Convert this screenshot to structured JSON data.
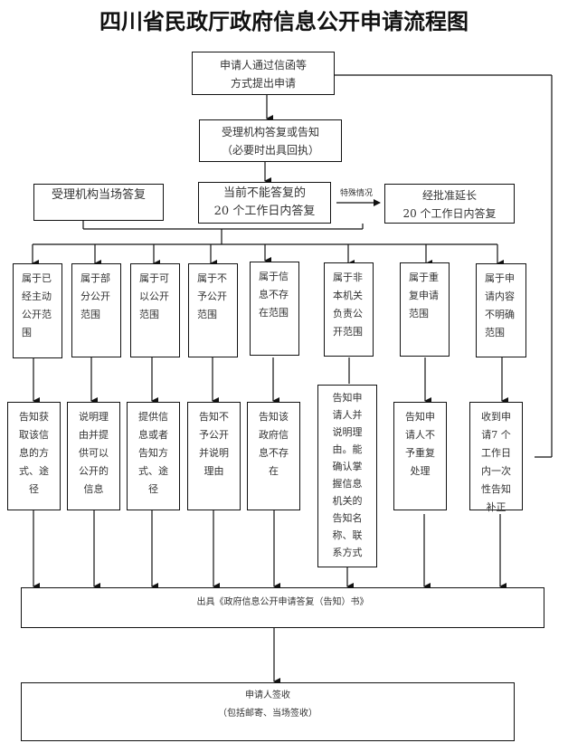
{
  "title": "四川省民政厅政府信息公开申请流程图",
  "nodes": {
    "apply": [
      "申请人通过信函等",
      "方式提出申请"
    ],
    "accept": [
      "受理机构答复或告知",
      "（必要时出具回执）"
    ],
    "onsite": [
      "受理机构当场答复"
    ],
    "within20": [
      "当前不能答复的",
      "20 个工作日内答复"
    ],
    "special_label": "特殊情况",
    "extend": [
      "经批准延长",
      "20 个工作日内答复"
    ],
    "cats": [
      "属于已经主动公开范围",
      "属于部分公开范围",
      "属于可以公开范围",
      "属于不予公开范围",
      "属于信息不存在范围",
      "属于非本机关负责公开范围",
      "属于重复申请范围",
      "属于申请内容不明确范围"
    ],
    "actions": [
      "告知获取该信息的方式、途径",
      "说明理由并提供可以公开的信息",
      "提供信息或者告知方式、途径",
      "告知不予公开并说明理由",
      "告知该政府信息不存在",
      "告知申请人并说明理由。能确认掌握信息机关的告知名称、联系方式",
      "告知申请人不予重复处理",
      "收到申请7 个工作日内一次性告知补正"
    ],
    "issue": "出具《政府信息公开申请答复（告知）书》",
    "sign": [
      "申请人签收",
      "（包括邮寄、当场签收）"
    ]
  }
}
